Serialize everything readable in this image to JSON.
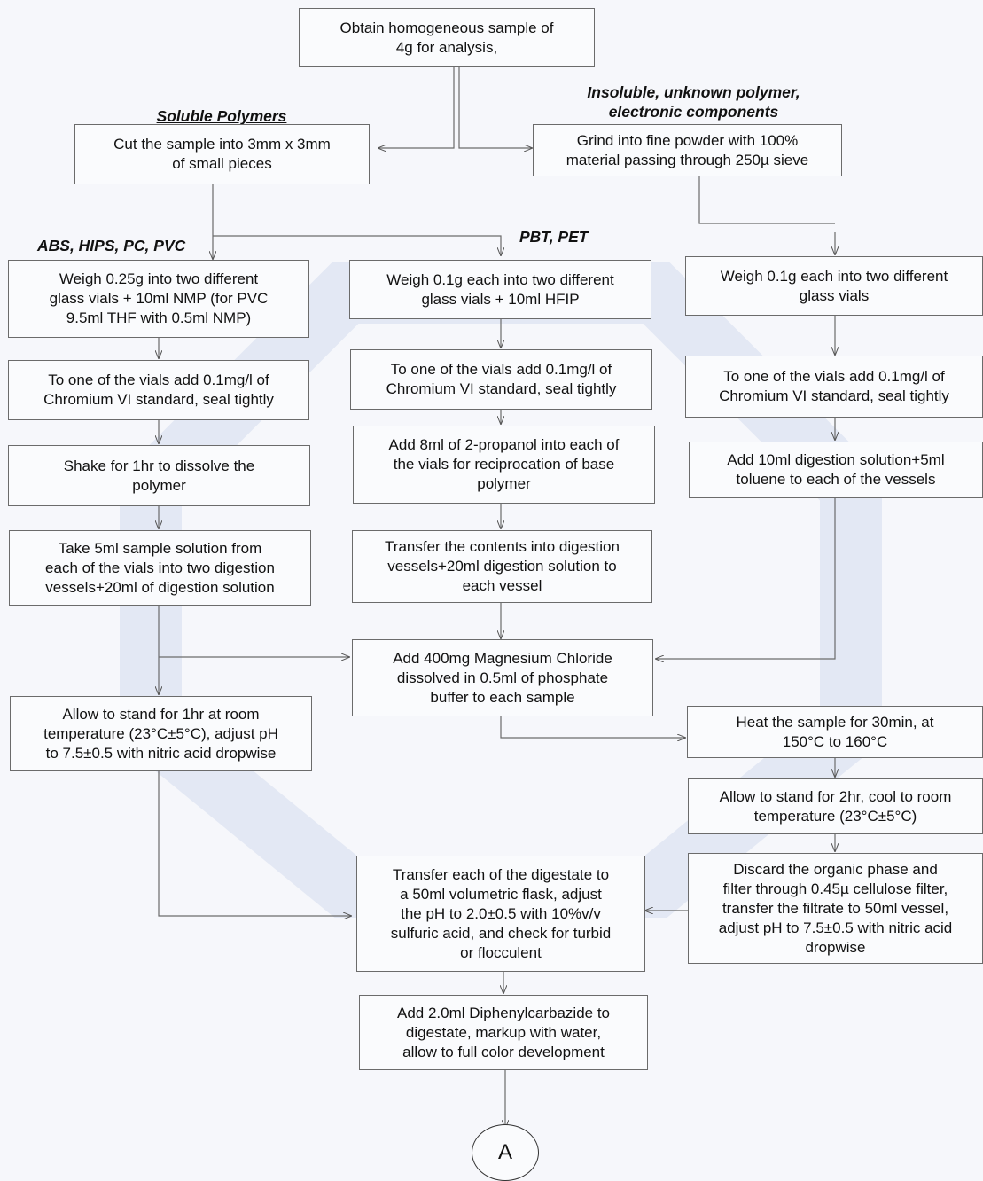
{
  "steps": {
    "obtain": "Obtain homogeneous sample of\n4g for analysis,",
    "cut": "Cut the sample into 3mm x 3mm\nof small pieces",
    "grind": "Grind into fine powder with 100%\nmaterial passing through 250µ sieve",
    "weigh_a": "Weigh 0.25g into two different\nglass vials + 10ml NMP (for PVC\n9.5ml THF with 0.5ml NMP)",
    "weigh_b": "Weigh 0.1g each into two different\nglass vials + 10ml HFIP",
    "weigh_c": "Weigh 0.1g each into two different\nglass vials",
    "cr_a": "To one of the vials add 0.1mg/l of\nChromium VI standard, seal tightly",
    "cr_b": "To one of the vials add 0.1mg/l of\nChromium VI standard, seal tightly",
    "cr_c": "To one of the vials add 0.1mg/l of\nChromium VI standard, seal tightly",
    "shake": "Shake for 1hr to dissolve the\npolymer",
    "propanol": "Add 8ml of 2-propanol into each of\nthe vials for reciprocation of base\npolymer",
    "digest_c": "Add 10ml digestion solution+5ml\ntoluene to each of the vessels",
    "take5": "Take 5ml sample solution from\neach of the vials into two digestion\nvessels+20ml of digestion solution",
    "transfer_b": "Transfer the contents into digestion\nvessels+20ml digestion solution to\neach vessel",
    "mgcl": "Add 400mg Magnesium Chloride\ndissolved in 0.5ml of phosphate\nbuffer to each sample",
    "stand1": "Allow to stand for 1hr at room\ntemperature (23°C±5°C), adjust pH\nto 7.5±0.5 with nitric acid dropwise",
    "heat": "Heat the sample for 30min, at\n150°C to 160°C",
    "stand2": "Allow to stand for 2hr, cool to room\ntemperature (23°C±5°C)",
    "discard": "Discard the organic phase and\nfilter through 0.45µ cellulose filter,\ntransfer the filtrate to 50ml vessel,\nadjust pH to 7.5±0.5 with nitric acid\ndropwise",
    "flask": "Transfer each of the digestate to\na 50ml volumetric flask, adjust\nthe pH to 2.0±0.5 with 10%v/v\nsulfuric acid, and check for turbid\nor flocculent",
    "dpc": "Add 2.0ml Diphenylcarbazide to\ndigestate, markup with water,\nallow to full color development"
  },
  "labels": {
    "soluble": "Soluble Polymers",
    "insoluble": "Insoluble, unknown polymer,\nelectronic components",
    "abs": "ABS, HIPS, PC, PVC",
    "pbt": "PBT, PET"
  },
  "connector": "A",
  "colors": {
    "line": "#6b6b6b",
    "watermark": "#cdd8ee"
  }
}
